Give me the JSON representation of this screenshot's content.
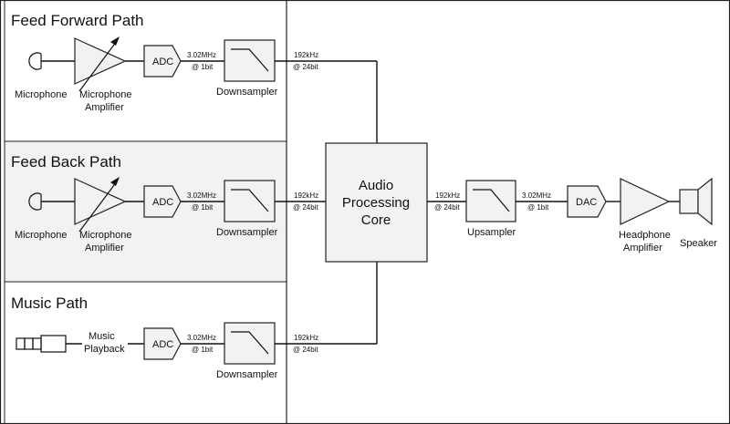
{
  "sections": {
    "feed_forward": "Feed Forward Path",
    "feed_back": "Feed Back Path",
    "music": "Music Path"
  },
  "labels": {
    "microphone": "Microphone",
    "mic_amp_1": "Microphone",
    "mic_amp_2": "Amplifier",
    "adc": "ADC",
    "dac": "DAC",
    "rate_high": "3.02MHz",
    "bits_1": "@ 1bit",
    "rate_low": "192kHz",
    "bits_24": "@ 24bit",
    "downsampler": "Downsampler",
    "upsampler": "Upsampler",
    "music_1": "Music",
    "music_2": "Playback",
    "core_1": "Audio",
    "core_2": "Processing",
    "core_3": "Core",
    "hp_amp_1": "Headphone",
    "hp_amp_2": "Amplifier",
    "speaker": "Speaker"
  },
  "colors": {
    "block_fill": "#f2f2f2",
    "feedback_panel": "#f2f2f2",
    "line": "#111111"
  }
}
